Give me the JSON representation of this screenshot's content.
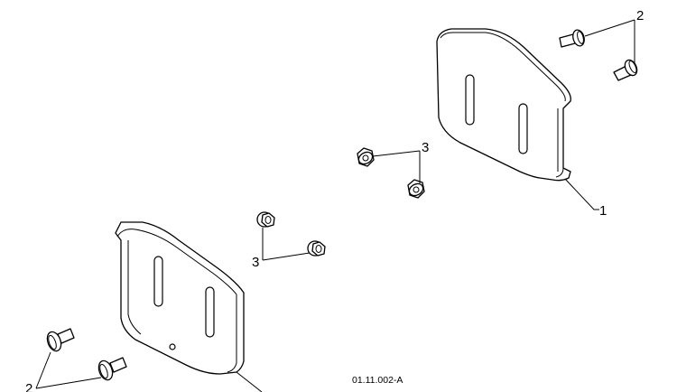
{
  "callouts": {
    "skid_shoe": "1",
    "carriage_bolt": "2",
    "flange_nut": "3"
  },
  "drawing_ref": "01.11.002-A"
}
